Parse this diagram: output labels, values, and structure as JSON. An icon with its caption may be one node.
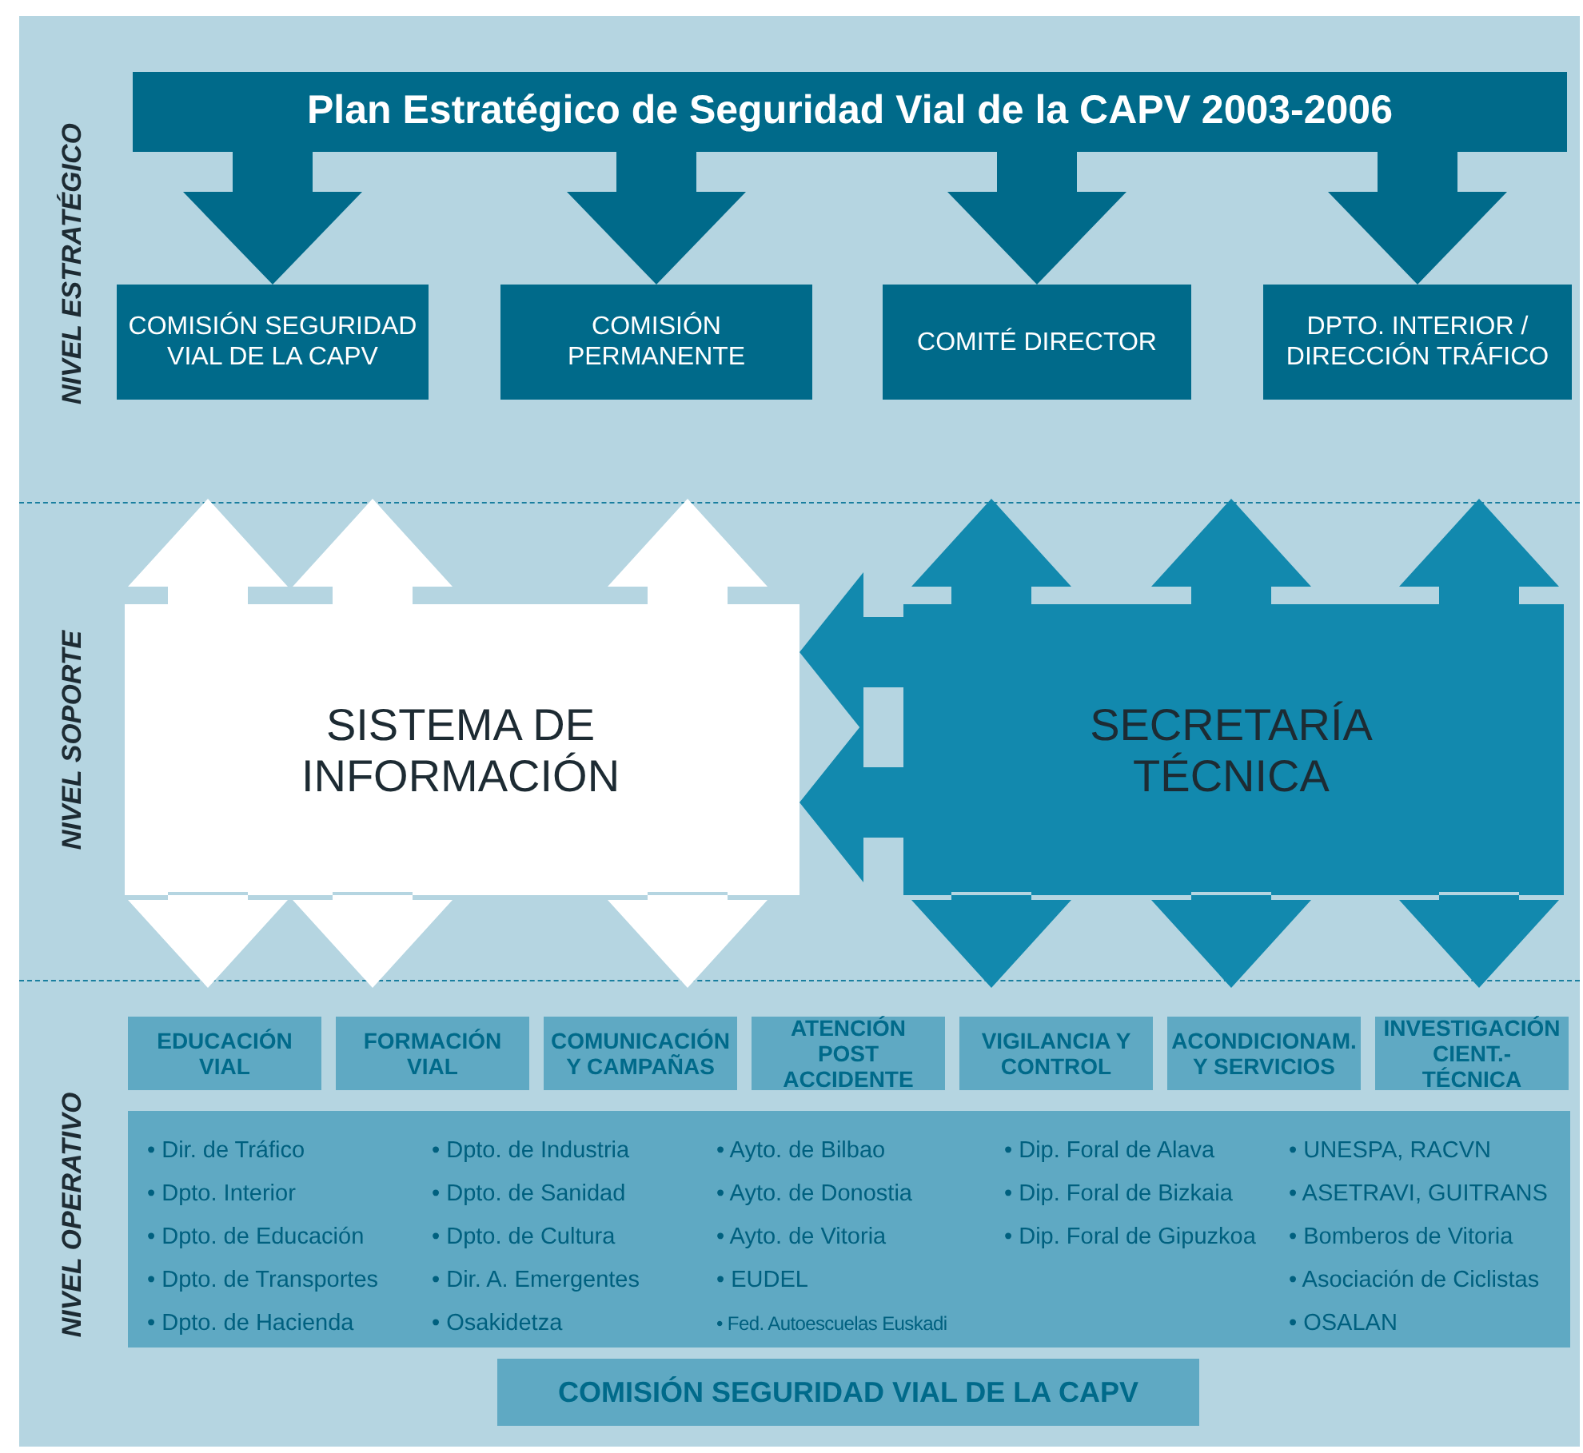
{
  "diagram": {
    "nodes": [
      {
        "text": [
          "Plan Estratégico de Seguridad Vial de la CAPV 2003-2006"
        ]
      },
      {
        "text": [
          "COMISIÓN SEGURIDAD VIAL DE LA CAPV"
        ]
      },
      {
        "text": [
          "COMISIÓN PERMANENTE"
        ]
      },
      {
        "text": [
          "COMITÉ DIRECTOR"
        ]
      },
      {
        "text": [
          "DPTO. INTERIOR / DIRECCIÓN TRÁFICO"
        ]
      },
      {
        "text": [
          "SISTEMA DE INFORMACIÓN"
        ]
      },
      {
        "text": [
          "SECRETARÍA TÉCNICA"
        ]
      },
      {
        "text": [
          "EDUCACIÓN VIAL"
        ]
      },
      {
        "text": [
          "FORMACIÓN VIAL"
        ]
      },
      {
        "text": [
          "COMUNICACIÓN Y CAMPAÑAS"
        ]
      },
      {
        "text": [
          "ATENCIÓN POST ACCIDENTE"
        ]
      },
      {
        "text": [
          "VIGILANCIA Y CONTROL"
        ]
      },
      {
        "text": [
          "ACONDICIONAM. Y SERVICIOS"
        ]
      },
      {
        "text": [
          "INVESTIGACIÓN CIENT.-TÉCNICA"
        ]
      },
      {
        "text": [
          "• Dir. de Tráfico",
          "• Dpto. Interior",
          "• Dpto. de Educación",
          "• Dpto. de Transportes",
          "• Dpto. de Hacienda",
          "• Dpto. de Industria",
          "• Dpto. de Sanidad",
          "• Dpto. de Cultura",
          "• Dir. A. Emergentes",
          "• Osakidetza",
          "• Ayto. de Bilbao",
          "• Ayto. de Donostia",
          "• Ayto. de Vitoria",
          "• EUDEL",
          "• Fed. Autoescuelas Euskadi",
          "• Dip. Foral de Alava",
          "• Dip. Foral de Bizkaia",
          "• Dip. Foral de Gipuzkoa",
          "• UNESPA, RACVN",
          "• ASETRAVI, GUITRANS",
          "• Bomberos de Vitoria",
          "• Asociación de Ciclistas",
          "• OSALAN"
        ]
      },
      {
        "text": [
          "COMISIÓN SEGURIDAD VIAL DE LA CAPV"
        ]
      }
    ],
    "edges": [
      {
        "from": 0,
        "to": 1,
        "arrow": "to"
      },
      {
        "from": 0,
        "to": 2,
        "arrow": "to"
      },
      {
        "from": 0,
        "to": 3,
        "arrow": "to"
      },
      {
        "from": 0,
        "to": 4,
        "arrow": "to"
      },
      {
        "from": 6,
        "to": 5,
        "arrow": "to",
        "color": "#1289ae"
      },
      {
        "from": 6,
        "to": 5,
        "arrow": "to",
        "color": "#1289ae"
      }
    ],
    "labels": [
      "NIVEL ESTRATÉGICO",
      "NIVEL SOPORTE",
      "NIVEL OPERATIVO"
    ]
  }
}
